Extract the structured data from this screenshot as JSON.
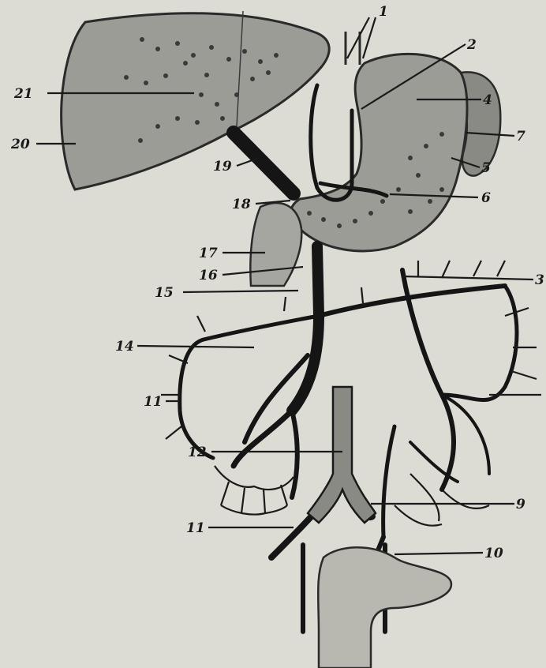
{
  "figure": {
    "labels": [
      {
        "id": "1",
        "text": "1"
      },
      {
        "id": "2",
        "text": "2"
      },
      {
        "id": "3",
        "text": "3"
      },
      {
        "id": "4",
        "text": "4"
      },
      {
        "id": "5",
        "text": "5"
      },
      {
        "id": "6",
        "text": "6"
      },
      {
        "id": "7",
        "text": "7"
      },
      {
        "id": "9",
        "text": "9"
      },
      {
        "id": "10",
        "text": "10"
      },
      {
        "id": "11a",
        "text": "11"
      },
      {
        "id": "11b",
        "text": "11"
      },
      {
        "id": "12",
        "text": "12"
      },
      {
        "id": "14",
        "text": "14"
      },
      {
        "id": "15",
        "text": "15"
      },
      {
        "id": "16",
        "text": "16"
      },
      {
        "id": "17",
        "text": "17"
      },
      {
        "id": "18",
        "text": "18"
      },
      {
        "id": "19",
        "text": "19"
      },
      {
        "id": "20",
        "text": "20"
      },
      {
        "id": "21",
        "text": "21"
      }
    ]
  },
  "colors": {
    "background": "#dcdcd4",
    "organ_fill": "#9c9c96",
    "organ_dark": "#8a8a84",
    "vessel": "#151515",
    "ink": "#1a1a1a"
  }
}
